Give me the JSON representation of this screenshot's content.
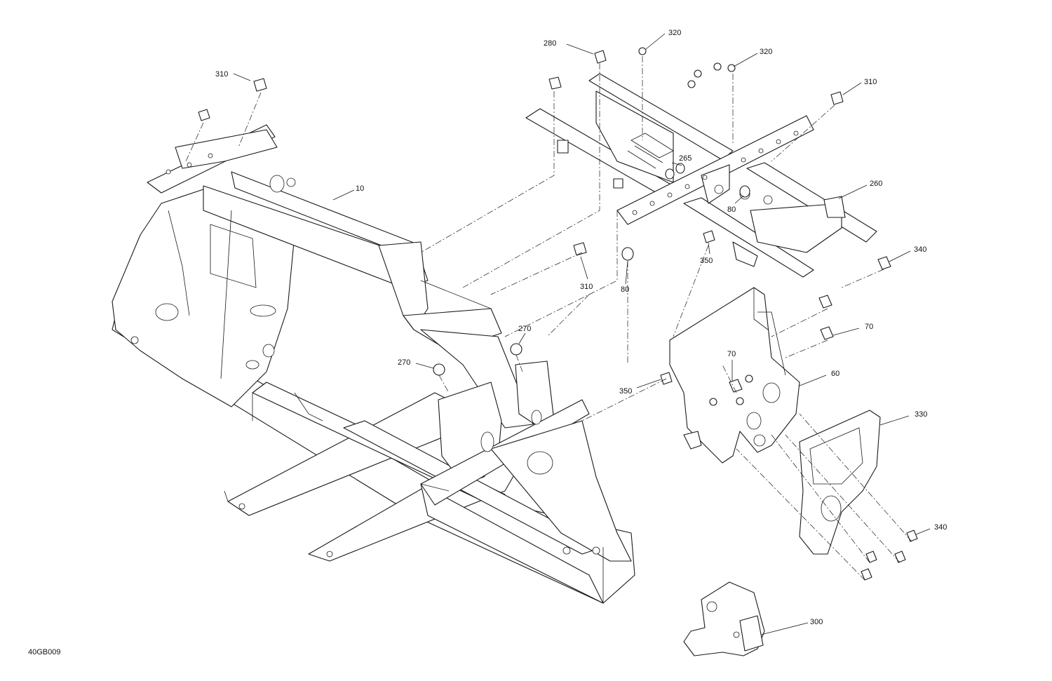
{
  "diagram": {
    "drawing_code": "40GB009",
    "callouts": {
      "c10": "10",
      "c60": "60",
      "c70a": "70",
      "c70b": "70",
      "c80a": "80",
      "c80b": "80",
      "c260": "260",
      "c265": "265",
      "c270a": "270",
      "c270b": "270",
      "c280": "280",
      "c300": "300",
      "c310a": "310",
      "c310b": "310",
      "c310c": "310",
      "c320a": "320",
      "c320b": "320",
      "c330": "330",
      "c340a": "340",
      "c340b": "340",
      "c350a": "350",
      "c350b": "350"
    }
  }
}
